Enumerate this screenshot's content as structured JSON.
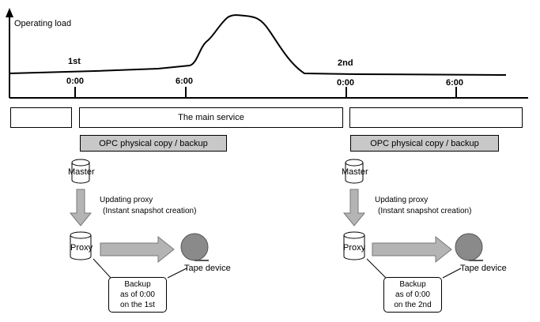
{
  "chart": {
    "ylabel": "Operating load",
    "day_labels": [
      "1st",
      "2nd"
    ],
    "time_labels": [
      "0:00",
      "6:00",
      "0:00",
      "6:00"
    ]
  },
  "service": {
    "main_label": "The main service"
  },
  "panels": [
    {
      "opc_label": "OPC physical copy / backup",
      "master_label": "Master",
      "updating_label": "Updating proxy",
      "snapshot_label": "(Instant snapshot creation)",
      "proxy_label": "Proxy",
      "tape_label": "Tape device",
      "backup_lines": [
        "Backup",
        "as of 0:00",
        "on the 1st"
      ]
    },
    {
      "opc_label": "OPC physical copy / backup",
      "master_label": "Master",
      "updating_label": "Updating proxy",
      "snapshot_label": "(Instant snapshot creation)",
      "proxy_label": "Proxy",
      "tape_label": "Tape device",
      "backup_lines": [
        "Backup",
        "as of 0:00",
        "on the 2nd"
      ]
    }
  ]
}
